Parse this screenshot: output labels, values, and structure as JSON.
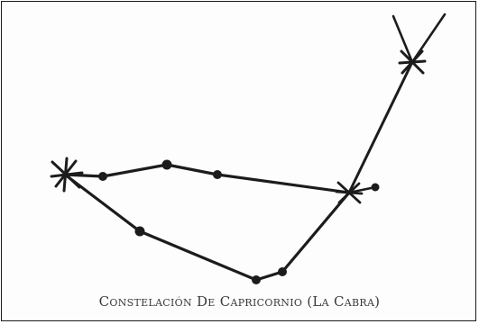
{
  "caption": "Constelación De Capricornio (La Cabra)",
  "colors": {
    "ink": "#1c1c1c",
    "paper": "#fdfdfd",
    "caption": "#3a3a3a"
  },
  "figure": {
    "type": "constellation-sketch",
    "stars": [
      {
        "id": "west-cusp",
        "shape": "star"
      },
      {
        "id": "upper-arc-1",
        "shape": "dot"
      },
      {
        "id": "upper-arc-2",
        "shape": "dot"
      },
      {
        "id": "upper-arc-3",
        "shape": "dot"
      },
      {
        "id": "east-cusp",
        "shape": "star"
      },
      {
        "id": "east-tail-tip",
        "shape": "dot"
      },
      {
        "id": "lower-arc-1",
        "shape": "dot"
      },
      {
        "id": "bottom-1",
        "shape": "dot"
      },
      {
        "id": "bottom-2",
        "shape": "dot"
      },
      {
        "id": "horn-star",
        "shape": "star"
      }
    ]
  }
}
